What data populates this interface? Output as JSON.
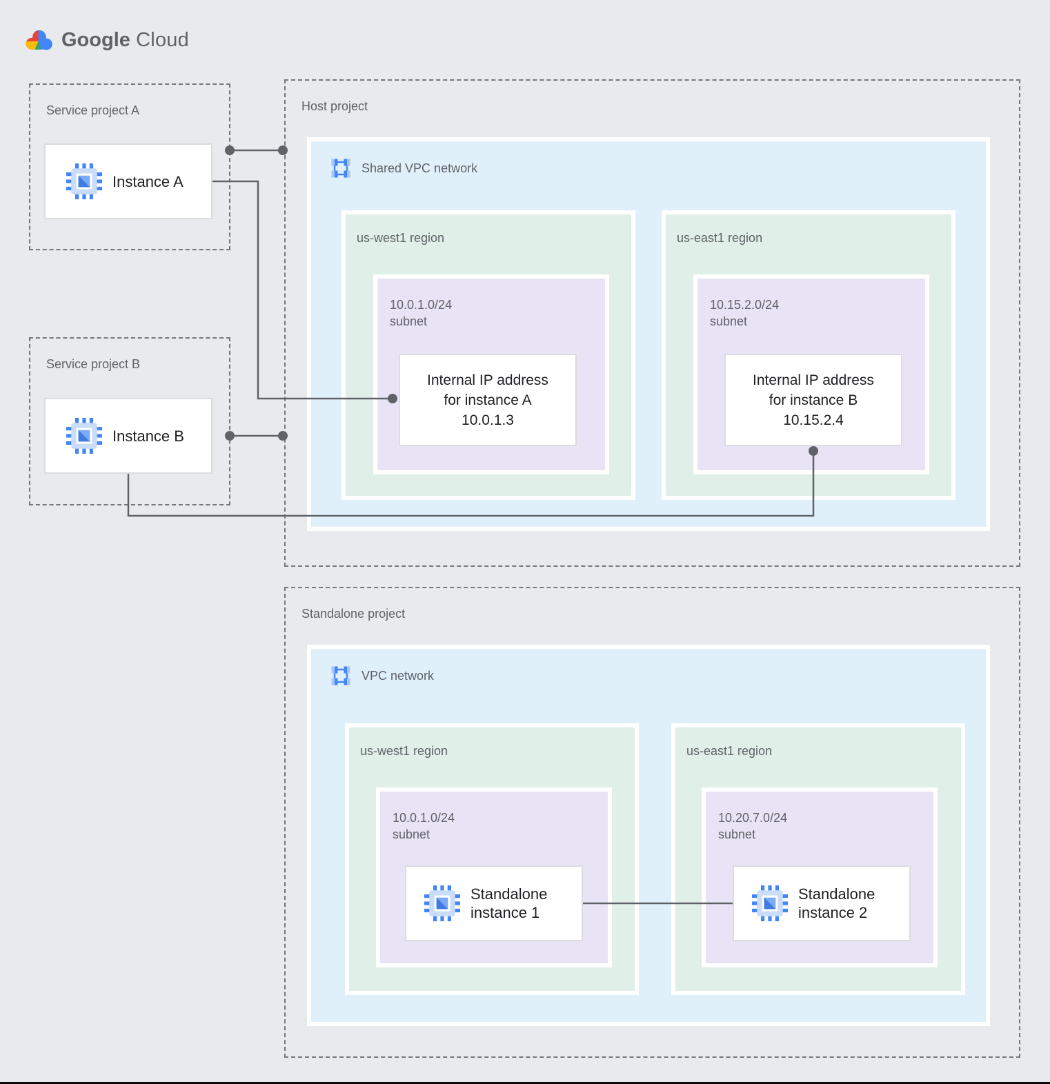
{
  "logo": {
    "brand": "Google",
    "product": "Cloud"
  },
  "colors": {
    "background": "#E8EAED",
    "network_blue": "#E0F0FB",
    "region_green": "#E0EFE7",
    "subnet_purple": "#E9E4F5",
    "connector_gray": "#5F6368",
    "icon_blue": "#4285F4"
  },
  "service_a": {
    "label": "Service project A",
    "instance_label": "Instance A"
  },
  "service_b": {
    "label": "Service project B",
    "instance_label": "Instance B"
  },
  "host": {
    "label": "Host project",
    "network_label": "Shared VPC network",
    "regions": [
      {
        "label": "us-west1 region",
        "subnet": {
          "cidr": "10.0.1.0/24",
          "word": "subnet"
        },
        "ip": {
          "line1": "Internal IP address",
          "line2": "for instance A",
          "line3": "10.0.1.3"
        }
      },
      {
        "label": "us-east1 region",
        "subnet": {
          "cidr": "10.15.2.0/24",
          "word": "subnet"
        },
        "ip": {
          "line1": "Internal IP address",
          "line2": "for instance B",
          "line3": "10.15.2.4"
        }
      }
    ]
  },
  "standalone": {
    "label": "Standalone project",
    "network_label": "VPC network",
    "regions": [
      {
        "label": "us-west1 region",
        "subnet": {
          "cidr": "10.0.1.0/24",
          "word": "subnet"
        },
        "instance": {
          "line1": "Standalone",
          "line2": "instance 1"
        }
      },
      {
        "label": "us-east1 region",
        "subnet": {
          "cidr": "10.20.7.0/24",
          "word": "subnet"
        },
        "instance": {
          "line1": "Standalone",
          "line2": "instance 2"
        }
      }
    ]
  }
}
